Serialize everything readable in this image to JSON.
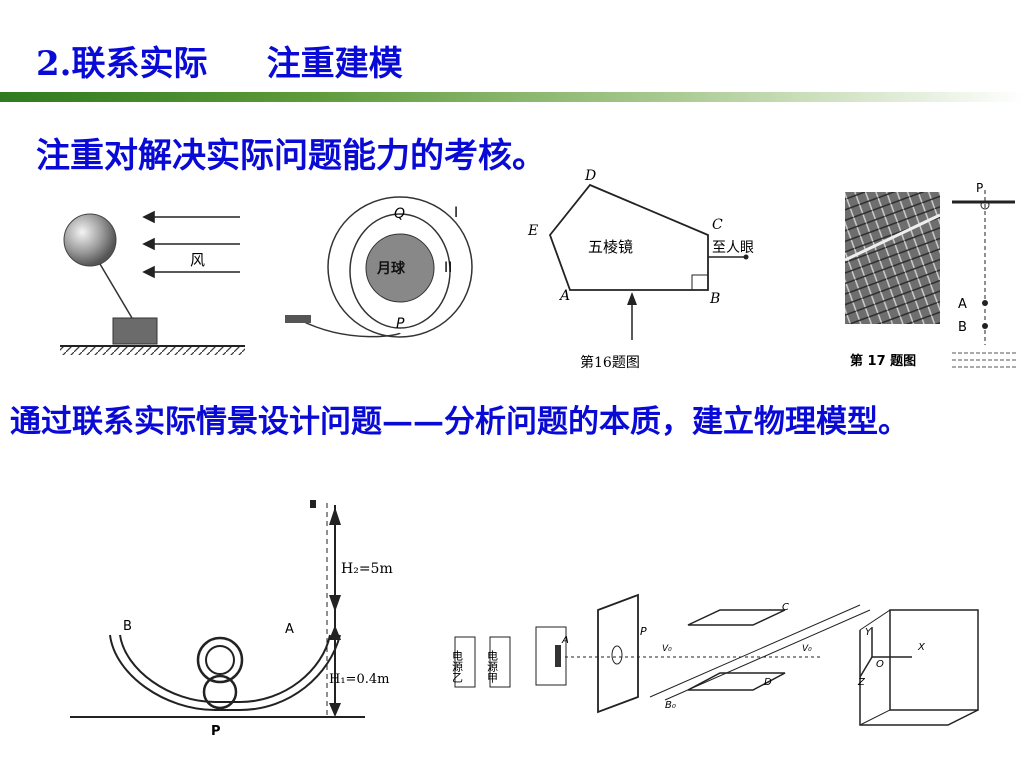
{
  "slide": {
    "title": "2.联系实际     注重建模",
    "subtitle": "注重对解决实际问题能力的考核。",
    "body": "通过联系实际情景设计问题——分析问题的本质，建立物理模型。"
  },
  "colors": {
    "text": "#0a0ad6",
    "rule_dark": "#2f7a1f",
    "rule_light": "#a8c98f"
  },
  "figures": {
    "wind": {
      "label": "风"
    },
    "moon": {
      "center": "月球",
      "q": "Q",
      "p": "P",
      "orbit1": "I",
      "orbit2": "II"
    },
    "prism": {
      "name": "五棱镜",
      "eye": "至人眼",
      "d": "D",
      "c": "C",
      "e": "E",
      "a": "A",
      "b": "B",
      "caption": "第16题图"
    },
    "photo": {
      "caption": "第 17 题图",
      "p": "P",
      "a": "A",
      "b": "B"
    },
    "track": {
      "b": "B",
      "a": "A",
      "p": "P",
      "h2": "H₂=5m",
      "h1": "H₁=0.4m"
    },
    "apparatus": {
      "src2": "电源乙",
      "src1": "电源甲",
      "a": "A",
      "p": "P",
      "c": "C",
      "d": "D",
      "v0a": "V₀",
      "v0b": "V₀",
      "b0": "B₀",
      "y": "Y",
      "x": "X",
      "z": "Z",
      "o": "O"
    }
  }
}
